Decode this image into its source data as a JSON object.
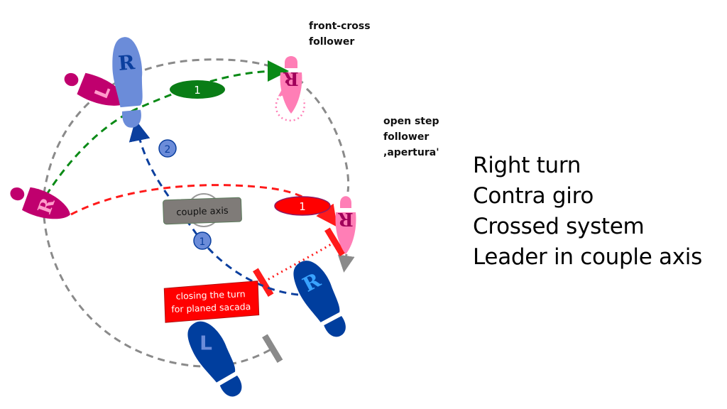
{
  "diagram": {
    "title_lines": [
      "Right turn",
      "Contra giro",
      "Crossed system",
      "Leader in couple axis"
    ],
    "labels": {
      "front_cross": [
        "front-cross",
        "follower"
      ],
      "open_step": [
        "open step",
        "follower",
        ",apertura'"
      ],
      "couple_axis": "couple axis",
      "closing": [
        "closing the turn",
        "for planed sacada"
      ]
    },
    "step_markers": {
      "green_1": "1",
      "red_1": "1",
      "blue_1": "1",
      "blue_2": "2"
    },
    "footprints": [
      {
        "id": "follower-left-top",
        "role": "follower",
        "foot": "L"
      },
      {
        "id": "follower-right-left",
        "role": "follower",
        "foot": "R"
      },
      {
        "id": "leader-right-top",
        "role": "leader",
        "foot": "R"
      },
      {
        "id": "follower-right-frontcross",
        "role": "follower",
        "foot": "R"
      },
      {
        "id": "follower-right-open",
        "role": "follower",
        "foot": "R"
      },
      {
        "id": "leader-right-bottom",
        "role": "leader",
        "foot": "R"
      },
      {
        "id": "leader-left-bottom",
        "role": "leader",
        "foot": "L"
      }
    ],
    "colors": {
      "follower_dark": "#c0006e",
      "follower_light": "#ff7eb6",
      "follower_letter_light": "#ff9ccb",
      "follower_letter_dark": "#a0005a",
      "leader_light": "#6b8cd9",
      "leader_dark": "#003e9e",
      "leader_letter_dark": "#0b3f9e",
      "leader_letter_light": "#39a3ff",
      "circle_gray": "#8a8a8a",
      "green_path": "#0a8a16",
      "red_path": "#ff1a1a",
      "blue_path": "#0b3f9e",
      "green_badge": "#0a7d16",
      "red_badge": "#ff0000",
      "blue_badge": "#6b8cd9",
      "axis_box": "#7f7b78",
      "closing_box": "#ff0000"
    }
  }
}
